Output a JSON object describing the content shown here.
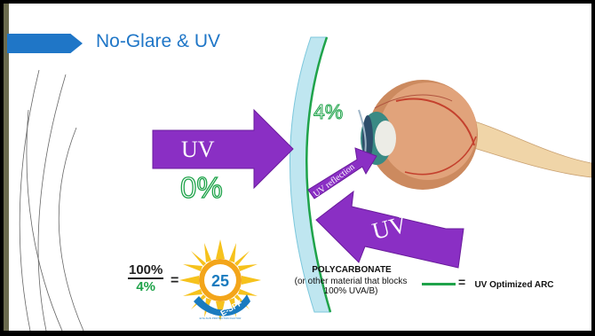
{
  "title": "No-Glare & UV",
  "labels": {
    "uv_left": "UV",
    "zero_percent": "0%",
    "four_percent": "4%",
    "uv_reflection": "UV reflection",
    "uv_right": "UV"
  },
  "ratio": {
    "numerator": "100%",
    "denominator": "4%",
    "equals": "="
  },
  "badge": {
    "number": "25",
    "brand": "E-SPF",
    "tagline": "EYE-SUN PROTECTION FACTOR"
  },
  "polycarbonate": {
    "title": "POLYCARBONATE",
    "subtitle": "(or other material that blocks 100% UVA/B)"
  },
  "legend": {
    "equals": "=",
    "text": "UV Optimized ARC"
  },
  "colors": {
    "accent_blue": "#1f76c7",
    "arrow_purple": "#8a2fc4",
    "lens_blue": "#bfe6f0",
    "arc_green": "#1fa34a"
  }
}
